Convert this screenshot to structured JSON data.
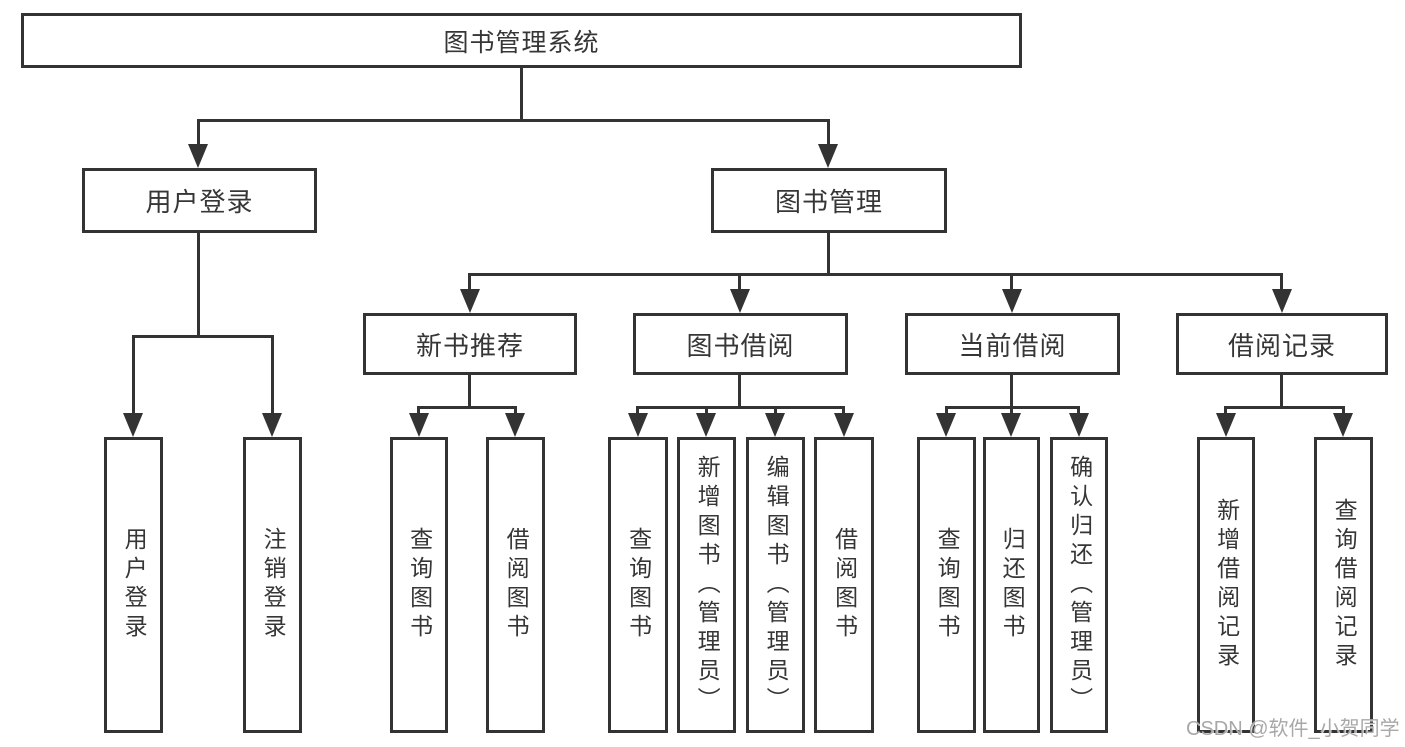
{
  "nodes": {
    "root": "图书管理系统",
    "level2": [
      "用户登录",
      "图书管理"
    ],
    "level3": [
      "新书推荐",
      "图书借阅",
      "当前借阅",
      "借阅记录"
    ],
    "level4": {
      "user_login": [
        "用户登录",
        "注销登录"
      ],
      "new_book_recommend": [
        "查询图书",
        "借阅图书"
      ],
      "book_borrow": [
        "查询图书",
        "新增图书（管理员）",
        "编辑图书（管理员）",
        "借阅图书"
      ],
      "current_borrow": [
        "查询图书",
        "归还图书",
        "确认归还（管理员）"
      ],
      "borrow_records": [
        "新增借阅记录",
        "查询借阅记录"
      ]
    }
  },
  "watermark": "CSDN @软件_小贺同学",
  "colors": {
    "line": "#333333",
    "text": "#363636",
    "background": "#ffffff",
    "watermark": "#a8a8a8"
  }
}
